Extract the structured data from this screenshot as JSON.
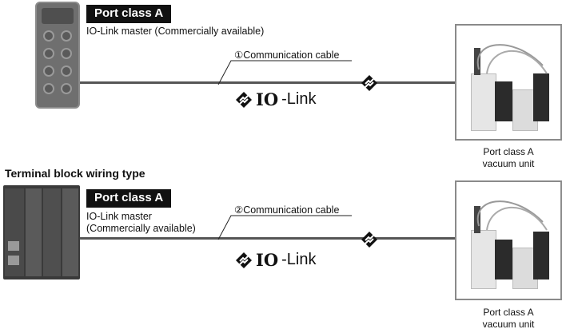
{
  "top": {
    "badge": "Port class A",
    "master_label": "IO-Link master (Commercially available)",
    "cable_label": "①Communication cable",
    "logo_io": "IO",
    "logo_rest": "-Link",
    "unit_caption_line1": "Port class A",
    "unit_caption_line2": "vacuum unit"
  },
  "bottom": {
    "heading": "Terminal block wiring type",
    "badge": "Port class A",
    "master_label_line1": "IO-Link master",
    "master_label_line2": "(Commercially available)",
    "cable_label": "②Communication cable",
    "logo_io": "IO",
    "logo_rest": "-Link",
    "unit_caption_line1": "Port class A",
    "unit_caption_line2": "vacuum unit"
  },
  "colors": {
    "badge_bg": "#111111",
    "cable": "#555555",
    "frame": "#8a8a8a"
  },
  "icons": [
    "io-link-logo-icon",
    "io-link-connector-icon"
  ]
}
